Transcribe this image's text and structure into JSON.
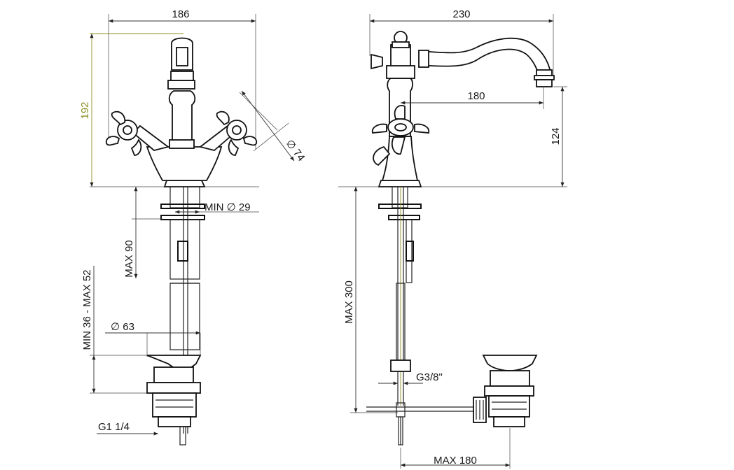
{
  "dimensions": {
    "front_width": "186",
    "front_height": "192",
    "handle_diameter": "∅ 74",
    "min_diameter": "MIN ∅ 29",
    "max_90": "MAX 90",
    "min_max_52": "MIN 36 - MAX 52",
    "diameter_63": "∅  63",
    "g_1_1_4": "G1 1/4",
    "side_width": "230",
    "spout_reach": "180",
    "spout_height": "124",
    "max_300": "MAX 300",
    "g_3_8": "G3/8\"",
    "max_180": "MAX 180"
  },
  "colors": {
    "line": "#222222",
    "highlight_dimension": "#8c8c22"
  }
}
